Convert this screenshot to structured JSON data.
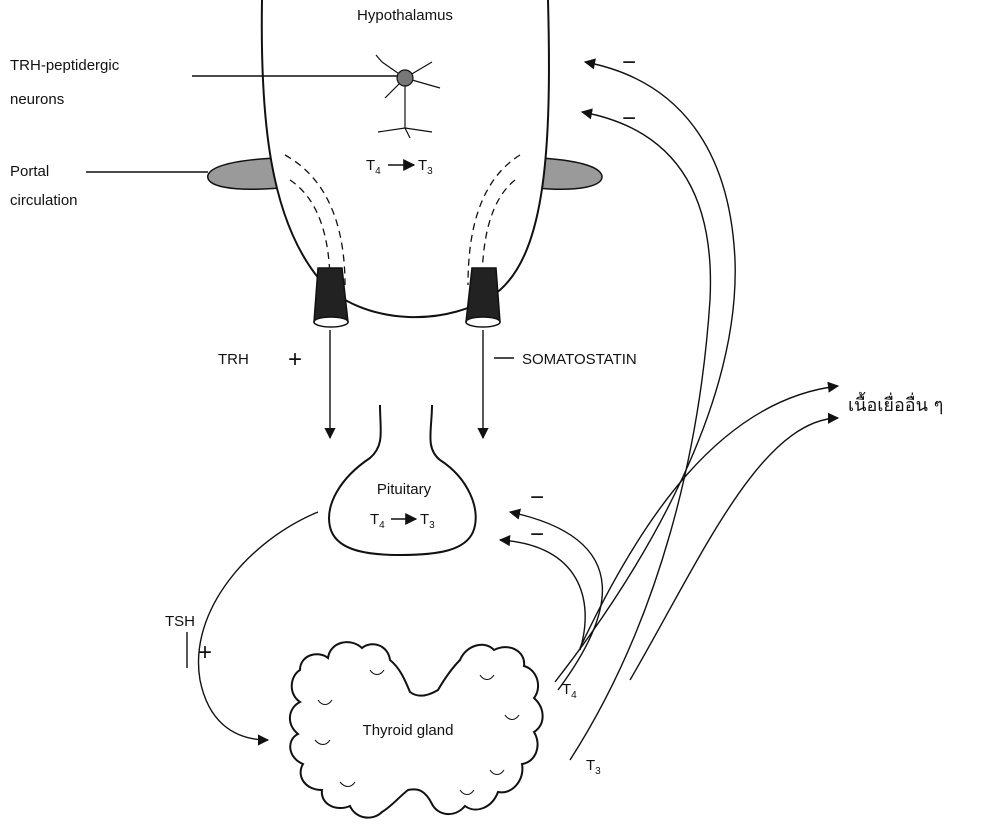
{
  "labels": {
    "hypothalamus": "Hypothalamus",
    "trh_neurons_line1": "TRH-peptidergic",
    "trh_neurons_line2": "neurons",
    "portal_line1": "Portal",
    "portal_line2": "circulation",
    "trh": "TRH",
    "somatostatin": "SOMATOSTATIN",
    "pituitary": "Pituitary",
    "tsh": "TSH",
    "thyroid": "Thyroid gland",
    "other_tissues": "เนื้อเยื่ออื่น ๆ"
  },
  "conversions": {
    "hypothalamus": {
      "from": "T",
      "from_sub": "4",
      "to": "T",
      "to_sub": "3"
    },
    "pituitary": {
      "from": "T",
      "from_sub": "4",
      "to": "T",
      "to_sub": "3"
    }
  },
  "hormones": {
    "t4": {
      "letter": "T",
      "sub": "4"
    },
    "t3": {
      "letter": "T",
      "sub": "3"
    }
  },
  "signs": {
    "plus": "+",
    "minus": "−"
  },
  "colors": {
    "line": "#111111",
    "portal_fill": "#9a9a9a",
    "vessel_fill": "#222222",
    "neuron_fill": "#777777"
  }
}
